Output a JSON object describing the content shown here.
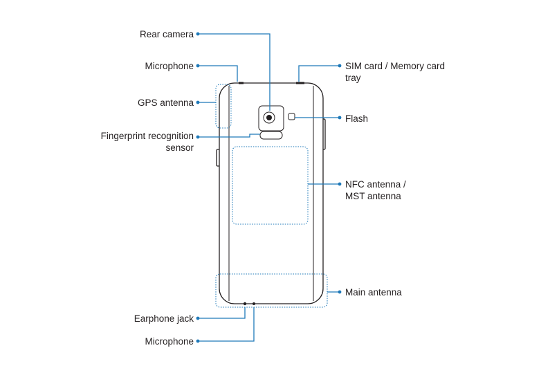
{
  "labels": {
    "rear_camera": "Rear camera",
    "microphone_top": "Microphone",
    "gps_antenna": "GPS antenna",
    "fingerprint_line1": "Fingerprint recognition",
    "fingerprint_line2": "sensor",
    "sim_line1": "SIM card / Memory card",
    "sim_line2": "tray",
    "flash": "Flash",
    "nfc_line1": "NFC antenna /",
    "nfc_line2": "MST antenna",
    "main_antenna": "Main antenna",
    "earphone_jack": "Earphone jack",
    "microphone_bottom": "Microphone"
  },
  "colors": {
    "leader": "#1e79b9",
    "outline": "#231f20",
    "background": "#ffffff"
  }
}
